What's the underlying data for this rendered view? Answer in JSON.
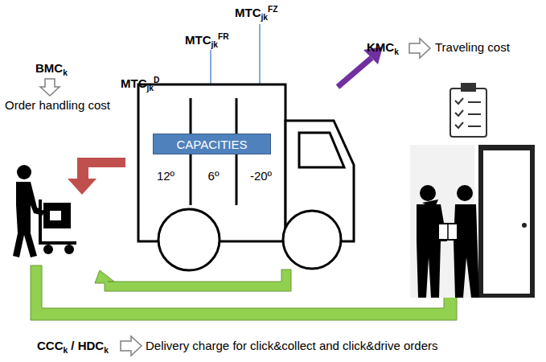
{
  "diagram": {
    "nodes": [
      {
        "text": [
          "CAPACITIES"
        ]
      },
      {
        "text": [
          "12º"
        ]
      },
      {
        "text": [
          "6º"
        ]
      },
      {
        "text": [
          "-20º"
        ]
      }
    ],
    "labels": [
      "MTCjkFZ",
      "MTCjkFR",
      "MTCjkD",
      "KMCk",
      "Traveling cost",
      "BMCk",
      "Order handling cost",
      "CCCk / HDCk",
      "Delivery charge for click&collect and click&drive orders"
    ]
  }
}
